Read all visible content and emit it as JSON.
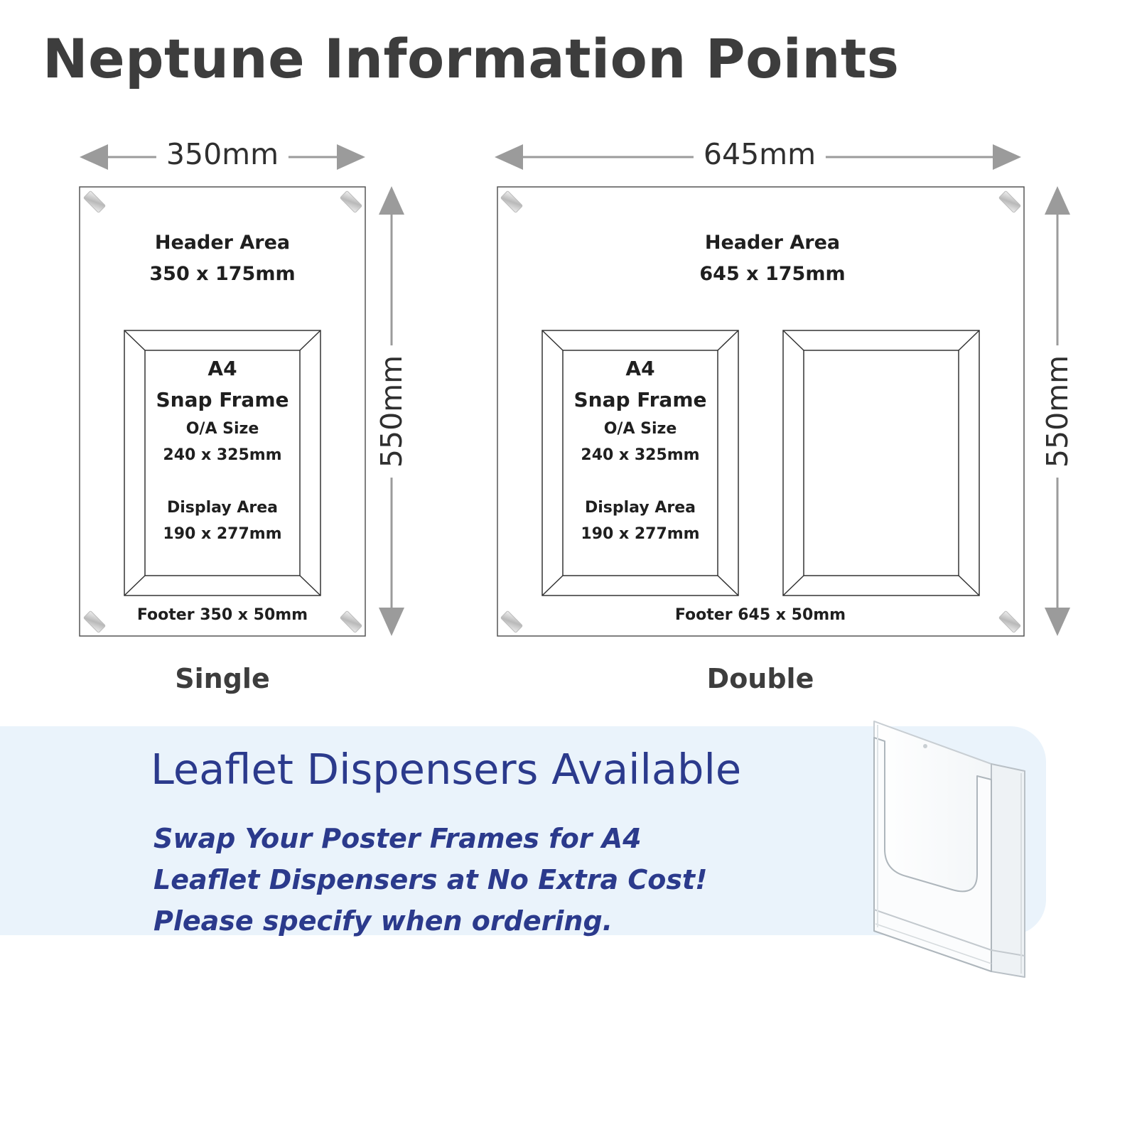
{
  "title": "Neptune Information Points",
  "single": {
    "width_label": "350mm",
    "height_label": "550mm",
    "header_title": "Header Area",
    "header_size": "350 x 175mm",
    "frame": {
      "line1": "A4",
      "line2": "Snap Frame",
      "line3": "O/A Size",
      "line4": "240 x 325mm",
      "line5": "Display Area",
      "line6": "190 x 277mm"
    },
    "footer": "Footer 350 x 50mm",
    "caption": "Single"
  },
  "double": {
    "width_label": "645mm",
    "height_label": "550mm",
    "header_title": "Header Area",
    "header_size": "645 x 175mm",
    "frame": {
      "line1": "A4",
      "line2": "Snap Frame",
      "line3": "O/A Size",
      "line4": "240 x 325mm",
      "line5": "Display Area",
      "line6": "190 x 277mm"
    },
    "footer": "Footer 645 x 50mm",
    "caption": "Double"
  },
  "banner": {
    "title": "Leaflet Dispensers Available",
    "line1": "Swap Your Poster Frames for A4",
    "line2": "Leaflet Dispensers at No Extra Cost!",
    "line3": "Please specify when ordering."
  },
  "colors": {
    "title": "#3d3d3d",
    "banner_text": "#2b3a8c",
    "banner_bg": "#eaf3fb",
    "arrow": "#9b9b9b"
  }
}
